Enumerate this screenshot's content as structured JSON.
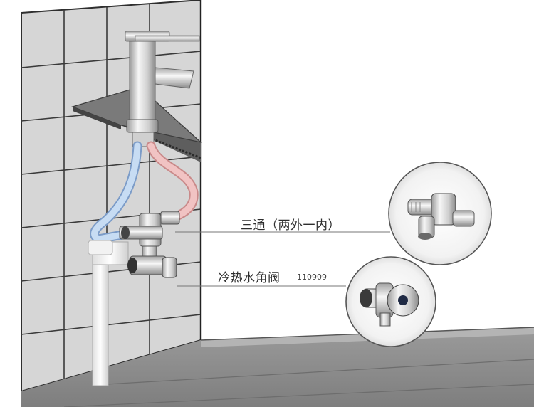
{
  "labels": {
    "tee": "三通（两外一内）",
    "angle_valve": "冷热水角阀",
    "angle_valve_code": "110909"
  },
  "colors": {
    "wall_tile": "#d9d9d9",
    "grout": "#3a3a3a",
    "floor_dark": "#8c8c8c",
    "floor_light": "#a8a8a8",
    "cold_pipe": "#bcd3ee",
    "hot_pipe": "#eab8b8",
    "chrome": "#e8e8e8",
    "drain_pipe": "#f4f4f4"
  },
  "icons": [
    "faucet-icon",
    "tee-fitting-icon",
    "angle-valve-icon"
  ]
}
